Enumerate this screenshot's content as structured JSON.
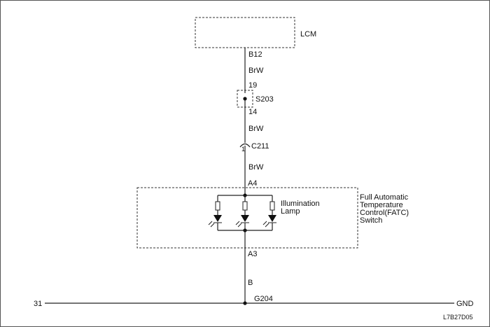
{
  "modules": {
    "lcm": "LCM",
    "fatc_lines": [
      "Full Automatic",
      "Temperature",
      "Control(FATC)",
      "Switch"
    ],
    "illumination_lines": [
      "Illumination",
      "Lamp"
    ]
  },
  "pins": {
    "b12": "B12",
    "s203_top": "19",
    "s203_bottom": "14",
    "a4": "A4",
    "a3": "A3"
  },
  "wires": {
    "brw_1": "BrW",
    "brw_2": "BrW",
    "brw_3": "BrW",
    "b": "B"
  },
  "connectors": {
    "s203": "S203",
    "c211": "C211",
    "c211_pin": "1",
    "g204": "G204"
  },
  "bus": {
    "left": "31",
    "right": "GND"
  },
  "figure_id": "L7B27D05"
}
